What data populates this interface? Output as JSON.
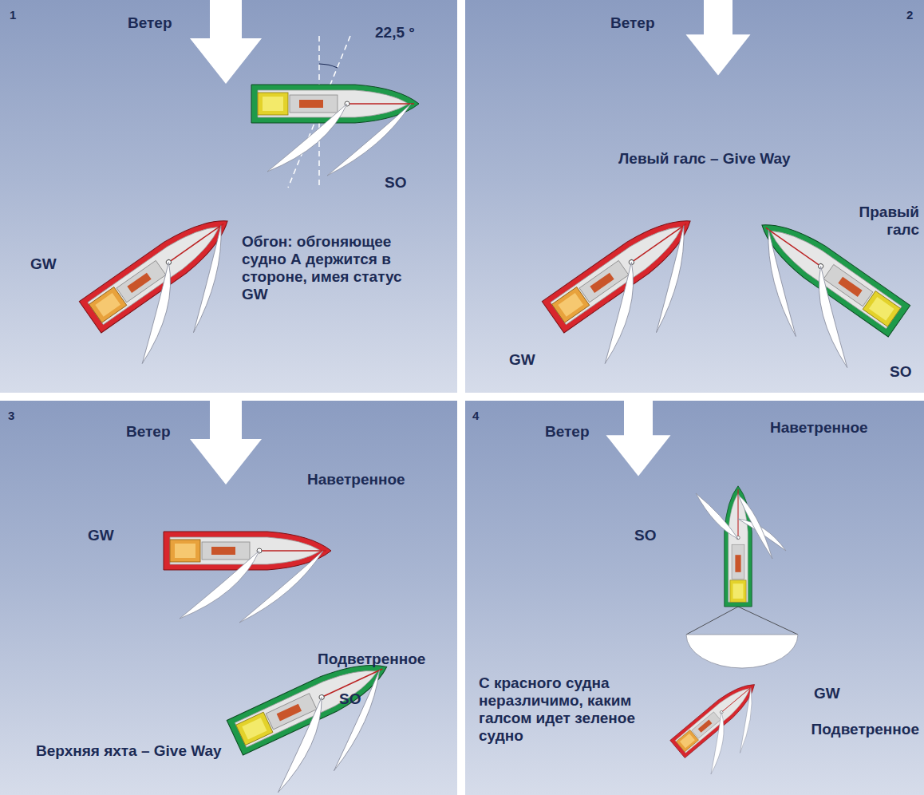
{
  "diagram": {
    "labels": [
      "1",
      "Ветер",
      "22,5 °",
      "SO",
      "GW",
      "Обгон: обгоняющее судно А держится в стороне, имея статус GW",
      "2",
      "Ветер",
      "Левый галс – Give Way",
      "Правый галс",
      "GW",
      "SO",
      "3",
      "Ветер",
      "Наветренное",
      "GW",
      "Подветренное",
      "SO",
      "Верхняя яхта – Give Way",
      "4",
      "Ветер",
      "Наветренное",
      "SO",
      "С красного судна неразличимо, каким галсом идет зеленое судно",
      "GW",
      "Подветренное"
    ]
  }
}
